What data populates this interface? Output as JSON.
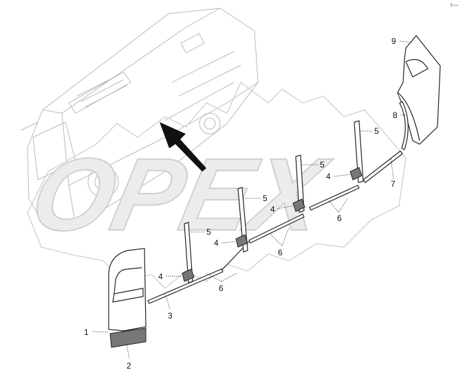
{
  "corner_mark": "r—",
  "watermark": {
    "text": "OPEX"
  },
  "callouts": {
    "c1": "1",
    "c2": "2",
    "c3": "3",
    "c4a": "4",
    "c4b": "4",
    "c4c": "4",
    "c4d": "4",
    "c5a": "5",
    "c5b": "5",
    "c5c": "5",
    "c5d": "5",
    "c6a": "6",
    "c6b": "6",
    "c6c": "6",
    "c7": "7",
    "c8": "8",
    "c9": "9"
  },
  "colors": {
    "ink": "#222222",
    "ghost": "#b9b9b9",
    "watermark": "#d2d2d2"
  }
}
